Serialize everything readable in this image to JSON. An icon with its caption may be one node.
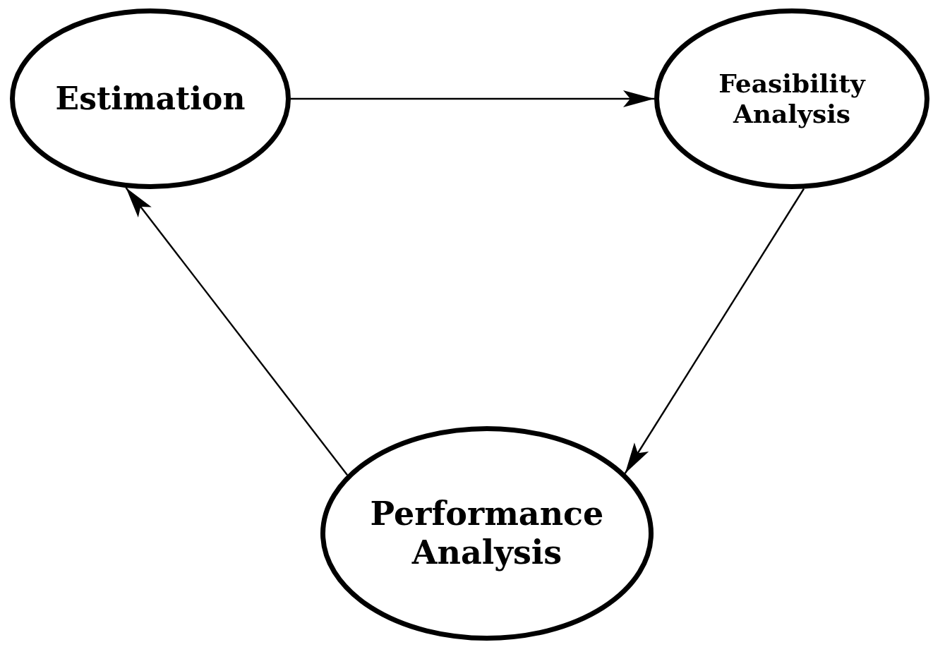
{
  "diagram": {
    "nodes": [
      {
        "text": [
          "Estimation"
        ]
      },
      {
        "text": [
          "Feasibility Analysis"
        ]
      },
      {
        "text": [
          "Performance Analysis"
        ]
      }
    ],
    "edges": [
      {
        "from": 0,
        "to": 1,
        "arrow": "to"
      },
      {
        "from": 1,
        "to": 2,
        "arrow": "to"
      },
      {
        "from": 2,
        "to": 0,
        "arrow": "to"
      }
    ]
  }
}
